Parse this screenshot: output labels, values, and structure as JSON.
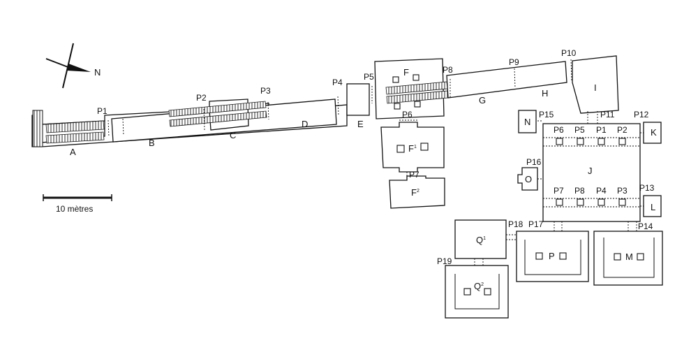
{
  "rooms": {
    "A": "A",
    "B": "B",
    "C": "C",
    "D": "D",
    "E": "E",
    "F": "F",
    "F1": "F",
    "F1_sup": "1",
    "F2": "F",
    "F2_sup": "2",
    "G": "G",
    "H": "H",
    "I": "I",
    "J": "J",
    "K": "K",
    "L": "L",
    "M": "M",
    "N": "N",
    "O": "O",
    "P": "P",
    "Q1": "Q",
    "Q1_sup": "1",
    "Q2": "Q",
    "Q2_sup": "2"
  },
  "doors": {
    "P1": "P1",
    "P2": "P2",
    "P3": "P3",
    "P4": "P4",
    "P5": "P5",
    "P6": "P6",
    "P7": "P7",
    "P8": "P8",
    "P9": "P9",
    "P10": "P10",
    "P11": "P11",
    "P12": "P12",
    "P13": "P13",
    "P14": "P14",
    "P15": "P15",
    "P16": "P16",
    "P17": "P17",
    "P18": "P18",
    "P19": "P19"
  },
  "pillars_J": {
    "top": [
      "P6",
      "P5",
      "P1",
      "P2"
    ],
    "bottom": [
      "P7",
      "P8",
      "P4",
      "P3"
    ]
  },
  "north": "N",
  "scale": {
    "label": "10 mètres",
    "length_m": 10
  }
}
